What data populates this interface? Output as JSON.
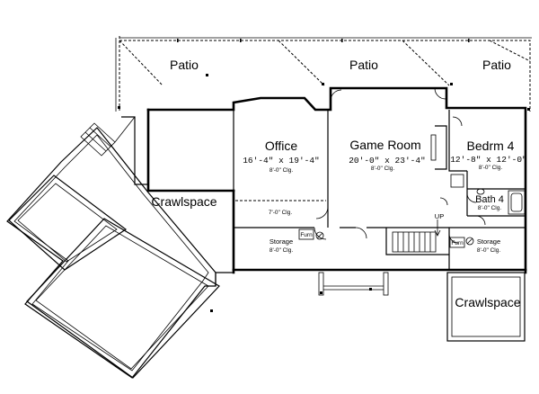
{
  "rooms": {
    "patio": "Patio",
    "office": {
      "name": "Office",
      "dims": "16'-4\" x 19'-4\"",
      "clg": "8'-0\" Clg."
    },
    "office_step_clg": "7'-0\" Clg.",
    "game_room": {
      "name": "Game Room",
      "dims": "20'-0\" x 23'-4\"",
      "clg": "8'-0\" Clg."
    },
    "bedroom": {
      "name": "Bedrm 4",
      "dims": "12'-8\" x 12'-0\"",
      "clg": "8'-0\" Clg."
    },
    "bath": {
      "name": "Bath 4",
      "clg": "8'-0\" Clg."
    },
    "crawlspace": "Crawlspace",
    "storage": {
      "name": "Storage",
      "clg": "8'-0\" Clg."
    },
    "furn": "Furn",
    "stair_up": "UP"
  }
}
